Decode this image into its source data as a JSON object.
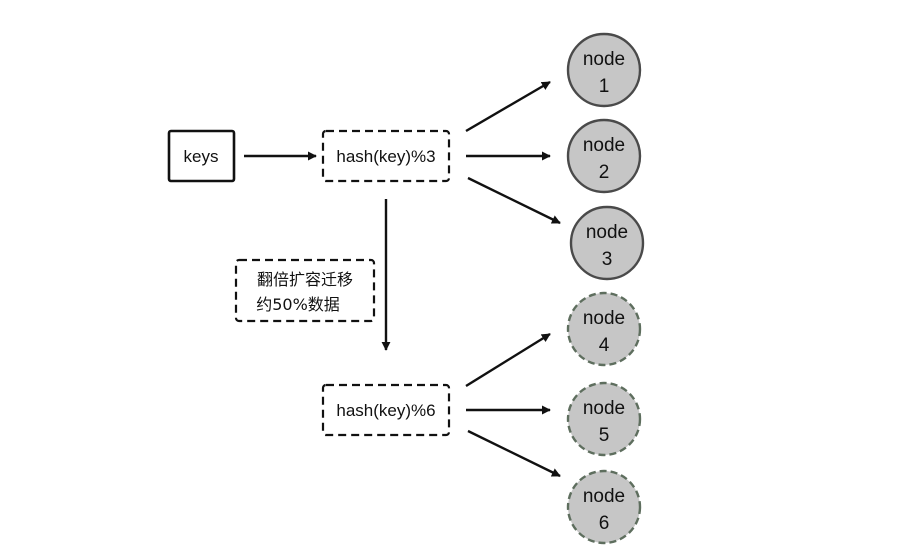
{
  "colors": {
    "stroke": "#111111",
    "node_fill": "#c6c6c6",
    "node_stroke_solid": "#4a4a4a",
    "node_stroke_dashed": "#5e6e5e",
    "background": "#ffffff"
  },
  "diagram": {
    "keys_box": {
      "label": "keys"
    },
    "hash3_box": {
      "label": "hash(key)%3"
    },
    "hash6_box": {
      "label": "hash(key)%6"
    },
    "migration_note": {
      "line1": "翻倍扩容迁移",
      "line2": "约50%数据"
    },
    "nodes": [
      {
        "word": "node",
        "number": "1",
        "border": "solid"
      },
      {
        "word": "node",
        "number": "2",
        "border": "solid"
      },
      {
        "word": "node",
        "number": "3",
        "border": "solid"
      },
      {
        "word": "node",
        "number": "4",
        "border": "dashed"
      },
      {
        "word": "node",
        "number": "5",
        "border": "dashed"
      },
      {
        "word": "node",
        "number": "6",
        "border": "dashed"
      }
    ]
  }
}
